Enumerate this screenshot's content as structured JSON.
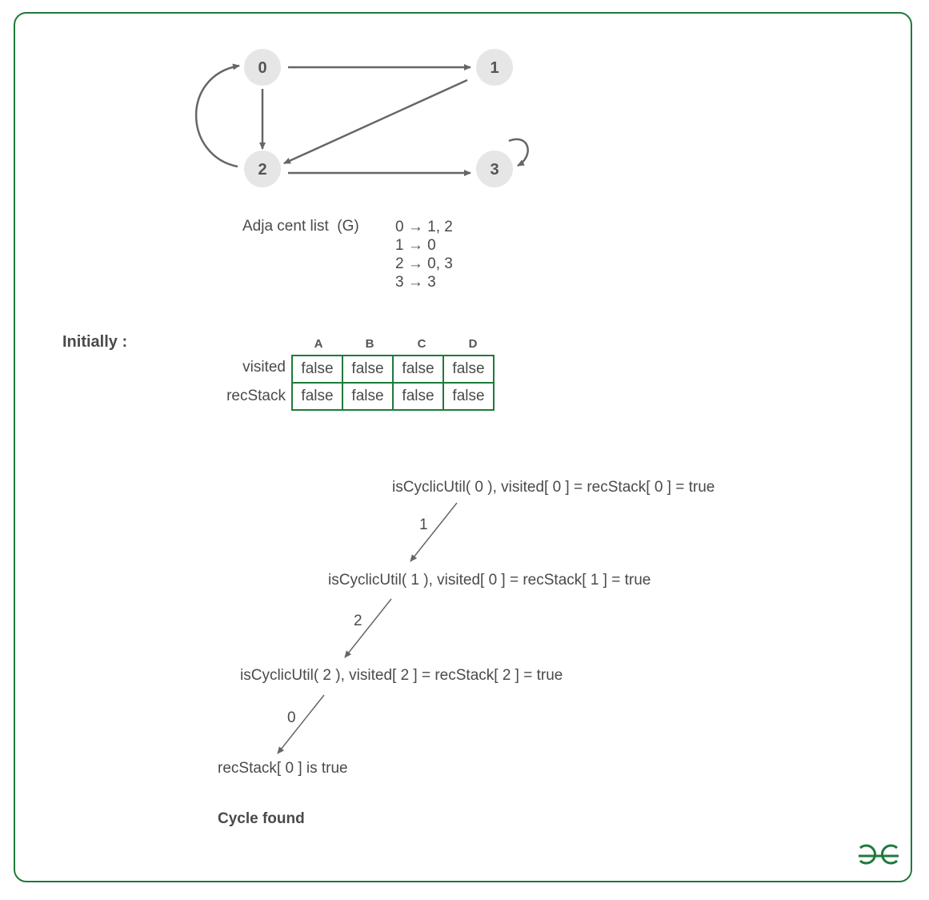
{
  "graph": {
    "nodes": [
      "0",
      "1",
      "2",
      "3"
    ]
  },
  "adjacency": {
    "title": "Adja cent list  (G)",
    "lines": [
      "0 → 1, 2",
      "1 → 0",
      "2 → 0, 3",
      "3 → 3"
    ]
  },
  "initial": {
    "heading": "Initially :",
    "columns": [
      "A",
      "B",
      "C",
      "D"
    ],
    "rows": [
      {
        "label": "visited",
        "values": [
          "false",
          "false",
          "false",
          "false"
        ]
      },
      {
        "label": "recStack",
        "values": [
          "false",
          "false",
          "false",
          "false"
        ]
      }
    ]
  },
  "trace": {
    "calls": [
      "isCyclicUtil( 0 ), visited[ 0 ] = recStack[ 0 ] = true",
      "isCyclicUtil( 1 ), visited[ 0 ] = recStack[ 1 ] = true",
      "isCyclicUtil( 2 ), visited[ 2 ] = recStack[ 2 ] = true",
      "recStack[ 0 ] is true"
    ],
    "edge_labels": [
      "1",
      "2",
      "0"
    ],
    "result": "Cycle found"
  },
  "colors": {
    "frame": "#1f7a3c",
    "node_fill": "#e6e6e6",
    "edge": "#666666",
    "text": "#4a4a4a",
    "logo": "#1f7a3c"
  },
  "logo_icon": "gfg-logo-icon"
}
